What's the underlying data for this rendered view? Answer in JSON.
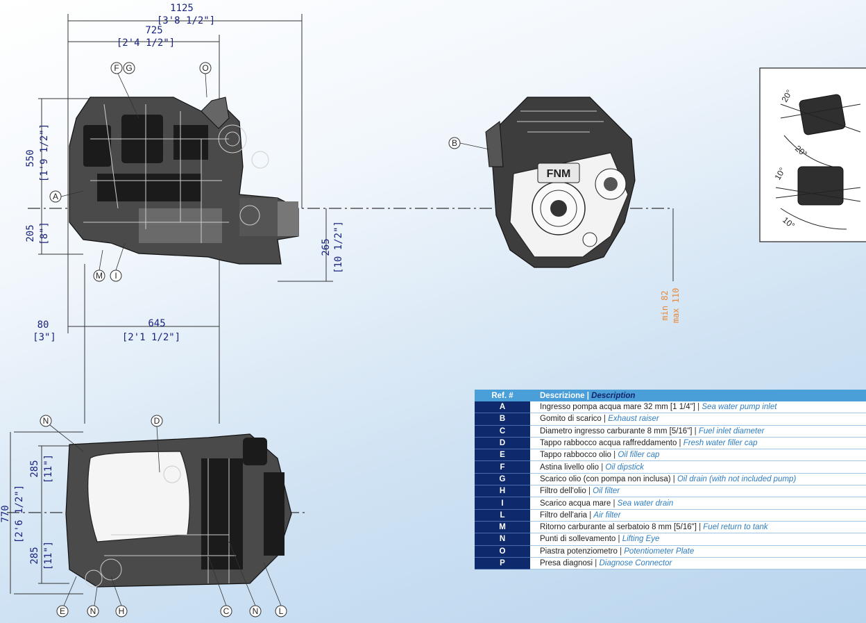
{
  "dimensions": {
    "overall_length": {
      "mm": "1125",
      "in": "[3'8 1/2\"]"
    },
    "front_to_axis": {
      "mm": "725",
      "in": "[2'4 1/2\"]"
    },
    "height_above_axis": {
      "mm": "550",
      "in": "[1'9 1/2\"]"
    },
    "height_below_axis": {
      "mm": "205",
      "in": "[8\"]"
    },
    "axis_to_base": {
      "mm": "265",
      "in": "[10 1/2\"]"
    },
    "front_offset": {
      "mm": "80",
      "in": "[3\"]"
    },
    "mount_spacing": {
      "mm": "645",
      "in": "[2'1 1/2\"]"
    },
    "overall_width": {
      "mm": "770",
      "in": "[2'6 1/2\"]"
    },
    "half_width_top": {
      "mm": "285",
      "in": "[11\"]"
    },
    "half_width_bottom": {
      "mm": "285",
      "in": "[11\"]"
    },
    "clearance_min": "min 82",
    "clearance_max": "max 110"
  },
  "angles": {
    "tilt_top_a": "20°",
    "tilt_top_b": "20°",
    "tilt_bottom_a": "10°",
    "tilt_bottom_b": "10°"
  },
  "logo_text": "FNM",
  "callouts": {
    "side_view": [
      "F",
      "G",
      "O",
      "A",
      "M",
      "I"
    ],
    "front_view": [
      "B"
    ],
    "top_view": [
      "N",
      "D",
      "E",
      "N",
      "H",
      "C",
      "N",
      "L"
    ]
  },
  "legend": {
    "header": {
      "ref": "Ref. #",
      "desc_it": "Descrizione",
      "separator": " | ",
      "desc_en": "Description"
    },
    "rows": [
      {
        "ref": "A",
        "it": "Ingresso pompa acqua mare 32 mm [1 1/4\"]",
        "en": "Sea water pump inlet"
      },
      {
        "ref": "B",
        "it": "Gomito di scarico",
        "en": "Exhaust raiser"
      },
      {
        "ref": "C",
        "it": "Diametro ingresso carburante 8 mm [5/16\"]",
        "en": "Fuel inlet diameter"
      },
      {
        "ref": "D",
        "it": "Tappo rabbocco acqua raffreddamento",
        "en": "Fresh water filler cap"
      },
      {
        "ref": "E",
        "it": "Tappo rabbocco olio",
        "en": "Oil filler cap"
      },
      {
        "ref": "F",
        "it": "Astina livello olio",
        "en": "Oil dipstick"
      },
      {
        "ref": "G",
        "it": "Scarico olio (con pompa non inclusa)",
        "en": "Oil drain (with not included pump)"
      },
      {
        "ref": "H",
        "it": "Filtro dell'olio",
        "en": "Oil filter"
      },
      {
        "ref": "I",
        "it": "Scarico acqua mare",
        "en": "Sea water drain"
      },
      {
        "ref": "L",
        "it": "Filtro dell'aria",
        "en": "Air filter"
      },
      {
        "ref": "M",
        "it": "Ritorno carburante al serbatoio 8 mm [5/16\"]",
        "en": "Fuel return to tank"
      },
      {
        "ref": "N",
        "it": "Punti di sollevamento",
        "en": "Lifting Eye"
      },
      {
        "ref": "O",
        "it": "Piastra potenziometro",
        "en": "Potentiometer Plate"
      },
      {
        "ref": "P",
        "it": "Presa diagnosi",
        "en": "Diagnose Connector"
      }
    ]
  },
  "colors": {
    "dimension_text": "#1a237e",
    "clearance_text": "#e8893a",
    "legend_header": "#4a9fd8",
    "legend_ref": "#0e2a6d",
    "legend_en_text": "#2f7dc1"
  }
}
